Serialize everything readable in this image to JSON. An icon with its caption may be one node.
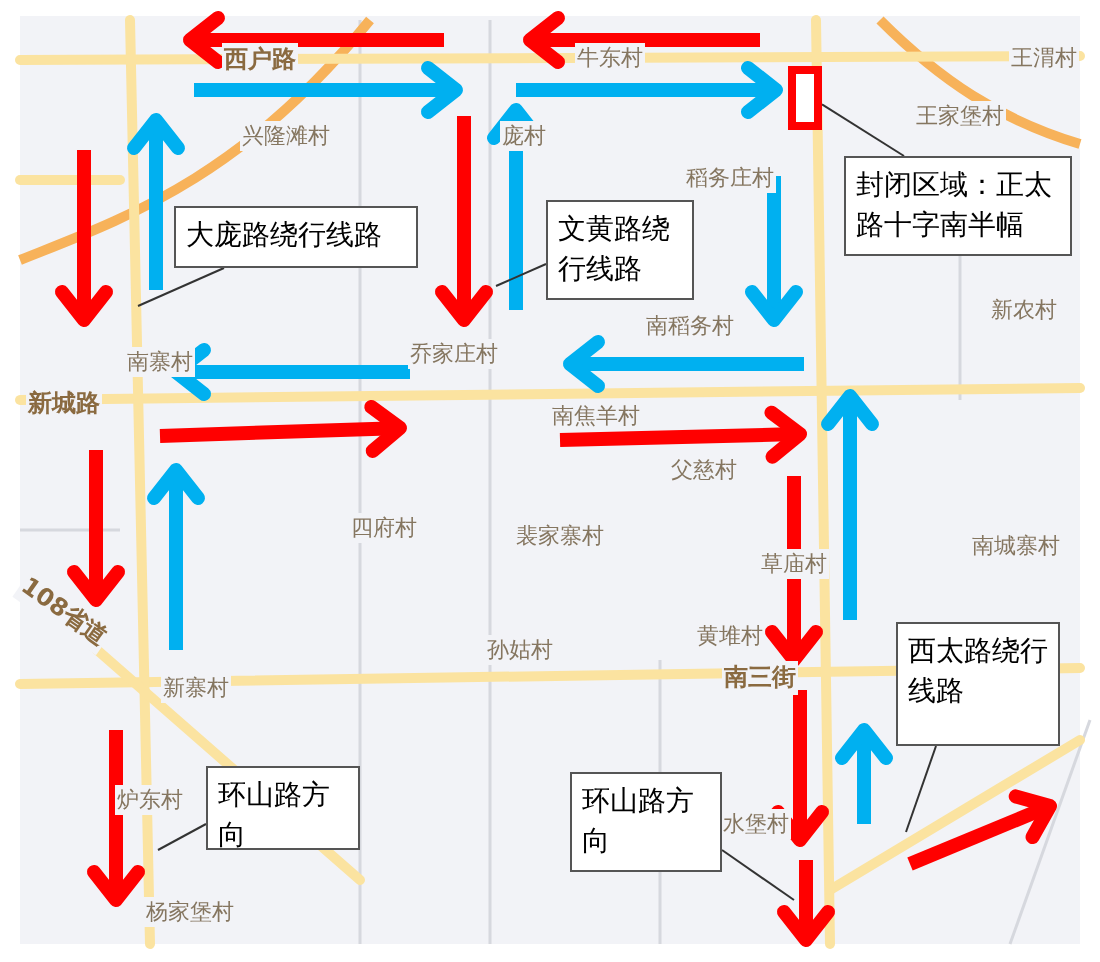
{
  "diagram": {
    "nodes": [
      {
        "text": [],
        "shape": "box"
      },
      {
        "text": [
          "大庞路绕行线路"
        ]
      },
      {
        "text": [
          "文黄路绕行线路"
        ]
      },
      {
        "text": [
          "封闭区域：正太路十字南半幅"
        ]
      },
      {
        "text": [
          "西太路绕行线路"
        ]
      },
      {
        "text": [
          "环山路方向"
        ]
      },
      {
        "text": [
          "环山路方向"
        ]
      }
    ],
    "edges": [
      {
        "from": 1,
        "to": null,
        "arrow": "none"
      },
      {
        "from": 2,
        "to": null,
        "arrow": "none"
      },
      {
        "from": 3,
        "to": 0,
        "arrow": "none"
      },
      {
        "from": 4,
        "to": null,
        "arrow": "none"
      },
      {
        "from": 5,
        "to": null,
        "arrow": "none"
      },
      {
        "from": 6,
        "to": null,
        "arrow": "none"
      }
    ],
    "labels": [
      "西户路",
      "牛东村",
      "王渭村",
      "兴隆滩村",
      "庞村",
      "王家堡村",
      "稻务庄村",
      "南稻务村",
      "新农村",
      "南寨村",
      "乔家庄村",
      "新城路",
      "南焦羊村",
      "父慈村",
      "四府村",
      "裴家寨村",
      "南城寨村",
      "草庙村",
      "108省道",
      "孙姑村",
      "黄堆村",
      "南三街",
      "新寨村",
      "炉东村",
      "杨家堡村",
      "水堡村"
    ]
  }
}
